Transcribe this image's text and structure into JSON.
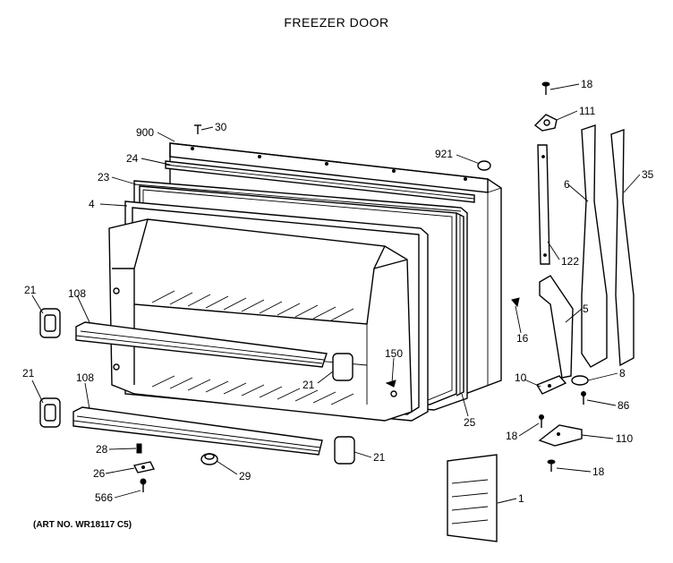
{
  "diagram": {
    "title": "FREEZER DOOR",
    "art_number": "(ART NO. WR18117 C5)",
    "callouts": [
      {
        "id": "c18a",
        "label": "18"
      },
      {
        "id": "c111",
        "label": "111"
      },
      {
        "id": "c30",
        "label": "30"
      },
      {
        "id": "c900",
        "label": "900"
      },
      {
        "id": "c921",
        "label": "921"
      },
      {
        "id": "c24",
        "label": "24"
      },
      {
        "id": "c6",
        "label": "6"
      },
      {
        "id": "c35",
        "label": "35"
      },
      {
        "id": "c23",
        "label": "23"
      },
      {
        "id": "c4",
        "label": "4"
      },
      {
        "id": "c122",
        "label": "122"
      },
      {
        "id": "c21a",
        "label": "21"
      },
      {
        "id": "c108a",
        "label": "108"
      },
      {
        "id": "c5",
        "label": "5"
      },
      {
        "id": "c16",
        "label": "16"
      },
      {
        "id": "c150",
        "label": "150"
      },
      {
        "id": "c21b",
        "label": "21"
      },
      {
        "id": "c8",
        "label": "8"
      },
      {
        "id": "c21c",
        "label": "21"
      },
      {
        "id": "c108b",
        "label": "108"
      },
      {
        "id": "c10",
        "label": "10"
      },
      {
        "id": "c86",
        "label": "86"
      },
      {
        "id": "c25",
        "label": "25"
      },
      {
        "id": "c18b",
        "label": "18"
      },
      {
        "id": "c110",
        "label": "110"
      },
      {
        "id": "c28",
        "label": "28"
      },
      {
        "id": "c21d",
        "label": "21"
      },
      {
        "id": "c26",
        "label": "26"
      },
      {
        "id": "c29",
        "label": "29"
      },
      {
        "id": "c18c",
        "label": "18"
      },
      {
        "id": "c566",
        "label": "566"
      },
      {
        "id": "c1",
        "label": "1"
      }
    ]
  }
}
